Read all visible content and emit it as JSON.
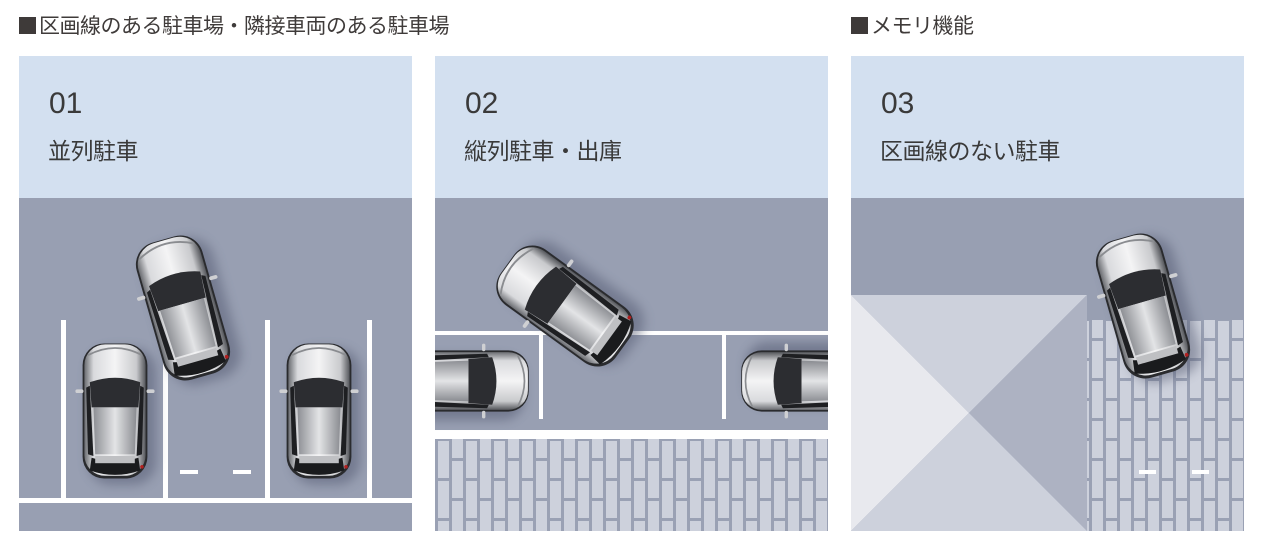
{
  "sections": [
    {
      "title": "区画線のある駐車場・隣接車両のある駐車場"
    },
    {
      "title": "メモリ機能"
    }
  ],
  "panels": [
    {
      "number": "01",
      "label": "並列駐車",
      "scene": "parallel-parking-perpendicular-bays"
    },
    {
      "number": "02",
      "label": "縦列駐車・出庫",
      "scene": "parallel-parking-curbside-exit"
    },
    {
      "number": "03",
      "label": "区画線のない駐車",
      "scene": "parking-without-lines-memory"
    }
  ],
  "colors": {
    "header_bg": "#d3e0f0",
    "asphalt": "#989fb2",
    "line_white": "#ffffff",
    "paving": "#cdd1dc",
    "paving_joint": "#9aa1b4",
    "title_square": "#3e3a39",
    "text": "#3a3a3a"
  }
}
